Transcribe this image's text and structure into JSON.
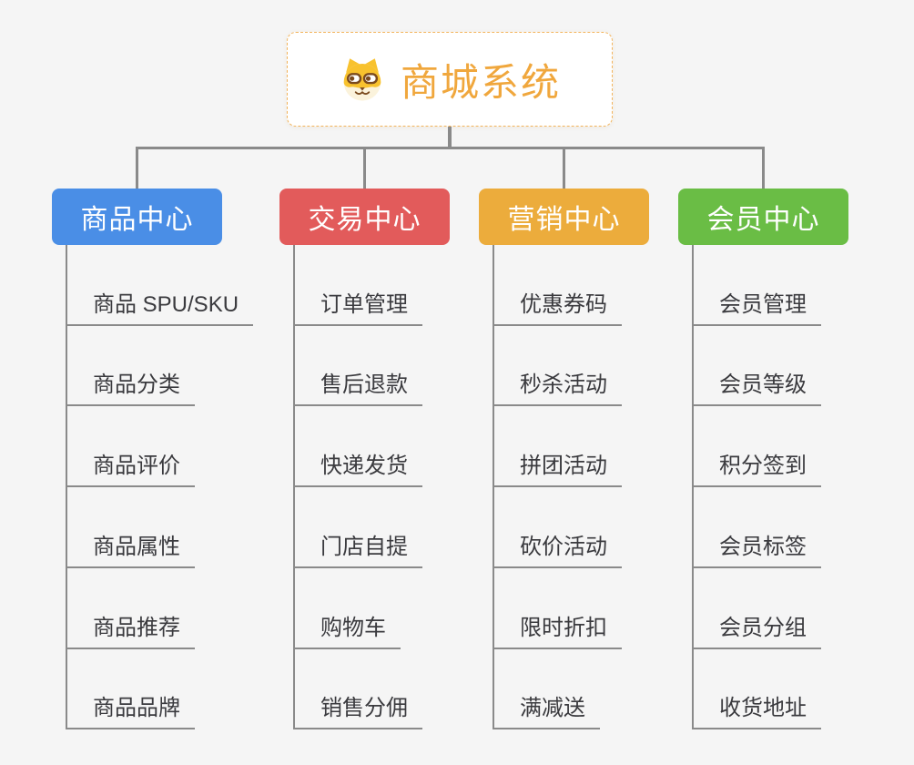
{
  "root": {
    "label": "商城系统",
    "icon": "dog-face-icon"
  },
  "colors": {
    "background": "#f5f5f5",
    "connector": "#8a8a8a",
    "root_accent": "#f0a73d",
    "root_border": "#f3b45c",
    "item_text": "#3a3a3e"
  },
  "branches": [
    {
      "label": "商品中心",
      "color": "#4a8ee6",
      "items": [
        "商品 SPU/SKU",
        "商品分类",
        "商品评价",
        "商品属性",
        "商品推荐",
        "商品品牌"
      ]
    },
    {
      "label": "交易中心",
      "color": "#e25b5b",
      "items": [
        "订单管理",
        "售后退款",
        "快递发货",
        "门店自提",
        "购物车",
        "销售分佣"
      ]
    },
    {
      "label": "营销中心",
      "color": "#ecac3c",
      "items": [
        "优惠券码",
        "秒杀活动",
        "拼团活动",
        "砍价活动",
        "限时折扣",
        "满减送"
      ]
    },
    {
      "label": "会员中心",
      "color": "#6abd45",
      "items": [
        "会员管理",
        "会员等级",
        "积分签到",
        "会员标签",
        "会员分组",
        "收货地址"
      ]
    }
  ]
}
